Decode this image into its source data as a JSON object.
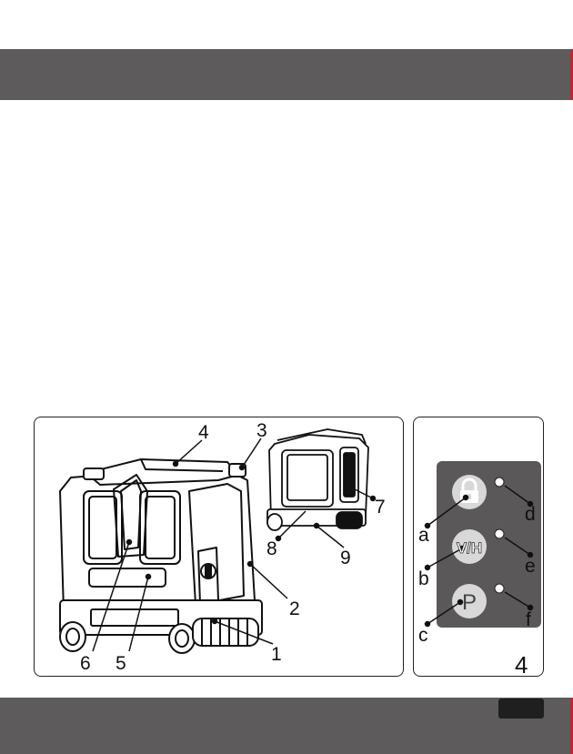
{
  "figure": {
    "main_labels": {
      "n1": "1",
      "n2": "2",
      "n3": "3",
      "n4": "4",
      "n5": "5",
      "n6": "6",
      "n7": "7",
      "n8": "8",
      "n9": "9"
    },
    "panel_labels": {
      "a": "a",
      "b": "b",
      "c": "c",
      "d": "d",
      "e": "e",
      "f": "f"
    },
    "panel_buttons": {
      "lock": "lock-icon",
      "vh": "V/H",
      "p": "P"
    },
    "panel_number": "4"
  },
  "colors": {
    "header_bar": "#5d5b5b",
    "accent": "#c0272d",
    "panel_face": "#5a5858",
    "button_fill": "#d8d8d8"
  }
}
